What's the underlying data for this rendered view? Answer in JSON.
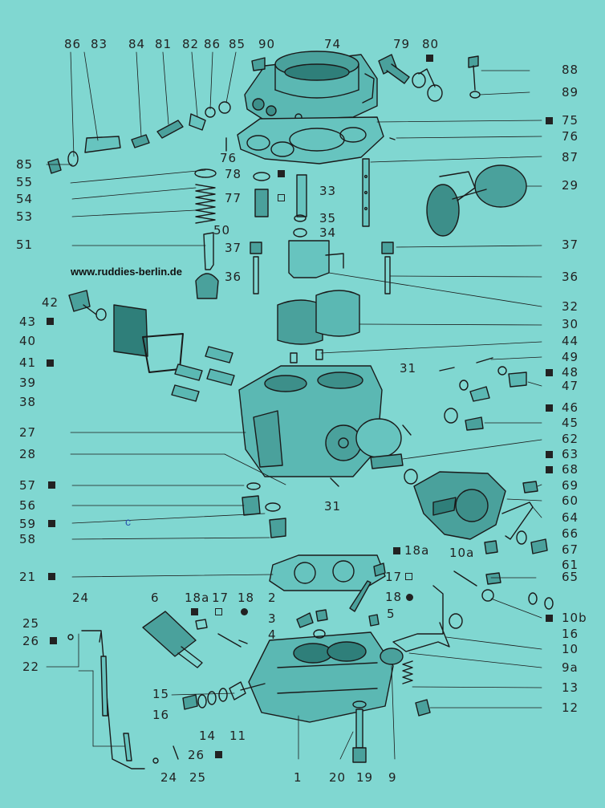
{
  "watermark": "www.ruddies-berlin.de",
  "stray_mark": "c",
  "labels": {
    "l86a": "86",
    "l83": "83",
    "l84": "84",
    "l81": "81",
    "l82": "82",
    "l86b": "86",
    "l85a": "85",
    "l90": "90",
    "l74": "74",
    "l79": "79",
    "l80": "80",
    "l88": "88",
    "l89": "89",
    "l75": "75",
    "l76a": "76",
    "l76b": "76",
    "l87": "87",
    "l29": "29",
    "l85b": "85",
    "l55": "55",
    "l54": "54",
    "l53": "53",
    "l78": "78",
    "l77": "77",
    "l33": "33",
    "l35": "35",
    "l34": "34",
    "l50": "50",
    "l51": "51",
    "l37a": "37",
    "l37b": "37",
    "l36a": "36",
    "l36b": "36",
    "l32": "32",
    "l42": "42",
    "l43": "43",
    "l40": "40",
    "l30": "30",
    "l44": "44",
    "l41": "41",
    "l39": "39",
    "l49": "49",
    "l31a": "31",
    "l48": "48",
    "l47": "47",
    "l38": "38",
    "l46": "46",
    "l45": "45",
    "l27": "27",
    "l62": "62",
    "l63": "63",
    "l28": "28",
    "l68": "68",
    "l57": "57",
    "l31b": "31",
    "l69": "69",
    "l60": "60",
    "l56": "56",
    "l59": "59",
    "l64": "64",
    "l66": "66",
    "l58": "58",
    "l67": "67",
    "l61": "61",
    "l18a1": "18a",
    "l10a": "10a",
    "l21": "21",
    "l17a": "17",
    "l65": "65",
    "l24a": "24",
    "l6": "6",
    "l18a2": "18a",
    "l17b": "17",
    "l18": "18",
    "l2": "2",
    "l18b": "18",
    "l25a": "25",
    "l3": "3",
    "l5": "5",
    "l10b": "10b",
    "l4": "4",
    "l16a": "16",
    "l26a": "26",
    "l10": "10",
    "l22": "22",
    "l9a": "9a",
    "l15": "15",
    "l13": "13",
    "l16b": "16",
    "l14": "14",
    "l11": "11",
    "l12": "12",
    "l26b": "26",
    "l24b": "24",
    "l25b": "25",
    "l1": "1",
    "l20": "20",
    "l19": "19",
    "l9": "9"
  }
}
